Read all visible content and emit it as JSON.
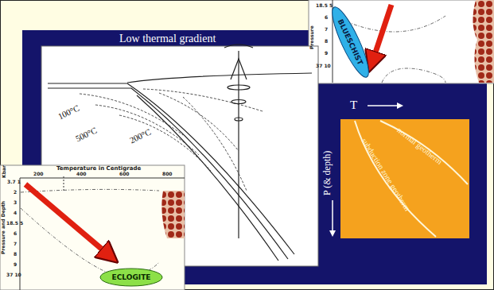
{
  "diagram": {
    "nodes": [
      {
        "text": [
          "BLUESCHIST"
        ]
      },
      {
        "text": [
          "ECLOGITE"
        ]
      }
    ],
    "labels": [
      "Low thermal gradient",
      "Pressure",
      "18.5 5",
      "6",
      "7",
      "8",
      "9",
      "37 10",
      "100°C",
      "500°C",
      "200°C",
      "Temperature in Centigrade",
      "200",
      "400",
      "600",
      "800",
      "Kbar",
      "3.7 1",
      "2",
      "3",
      "4",
      "18.5 5",
      "6",
      "7",
      "8",
      "9",
      "37 10",
      "Pressure and Depth",
      "T",
      "P (& depth)",
      "subduction zone geotherm",
      "normal geotherm"
    ]
  }
}
